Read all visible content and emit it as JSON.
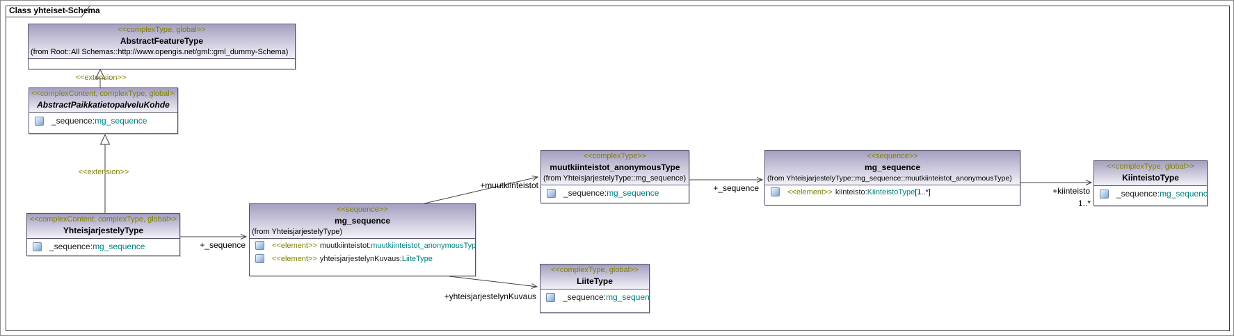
{
  "frame": {
    "title": "Class yhteiset-Schema"
  },
  "colors": {
    "stereotype": "#7f7f00",
    "type_link": "#008080",
    "multiplicity": "#00008b",
    "header_top": "#a49fc0"
  },
  "boxes": {
    "abstract_feature_type": {
      "stereotype": "<<complexType, global>>",
      "name": "AbstractFeatureType",
      "from": "(from Root::All Schemas::http://www.opengis.net/gml::gml_dummy-Schema)"
    },
    "abstract_paikkatietopalvelu_kohde": {
      "stereotype": "<<complexContent, complexType, global>>",
      "name": "AbstractPaikkatietopalveluKohde",
      "attr": {
        "label": "_sequence:",
        "type": "mg_sequence"
      }
    },
    "yhteisjarjestely_type": {
      "stereotype": "<<complexContent, complexType, global>>",
      "name": "YhteisjarjestelyType",
      "attr": {
        "label": "_sequence:",
        "type": "mg_sequence"
      }
    },
    "mg_sequence_center": {
      "stereotype": "<<sequence>>",
      "name": "mg_sequence",
      "from": "(from YhteisjarjestelyType)",
      "elements": [
        {
          "stereotype": "<<element>>",
          "label": "muutkiinteistot:",
          "type": "muutkiinteistot_anonymousType"
        },
        {
          "stereotype": "<<element>>",
          "label": "yhteisjarjestelynKuvaus:",
          "type": "LiiteType"
        }
      ]
    },
    "muutkiinteistot_anonymous_type": {
      "stereotype": "<<complexType>>",
      "name": "muutkiinteistot_anonymousType",
      "from": "(from YhteisjarjestelyType::mg_sequence)",
      "attr": {
        "label": "_sequence:",
        "type": "mg_sequence"
      }
    },
    "mg_sequence_right": {
      "stereotype": "<<sequence>>",
      "name": "mg_sequence",
      "from": "(from YhteisjarjestelyType::mg_sequence::muutkiinteistot_anonymousType)",
      "elements": [
        {
          "stereotype": "<<element>>",
          "label": "kiinteisto:",
          "type": "KiinteistoType",
          "multiplicity": "[1..*]"
        }
      ]
    },
    "kiinteisto_type": {
      "stereotype": "<<complexType, global>>",
      "name": "KiinteistoType",
      "attr": {
        "label": "_sequence:",
        "type": "mg_sequence"
      }
    },
    "liite_type": {
      "stereotype": "<<complexType, global>>",
      "name": "LiiteType",
      "attr": {
        "label": "_sequence:",
        "type": "mg_sequence"
      }
    }
  },
  "connectors": {
    "extension_upper": "<<extension>>",
    "extension_lower": "<<extension>>",
    "sequence_left": "+_sequence",
    "muutkiinteistot": "+muutkiinteistot",
    "sequence_mid": "+_sequence",
    "kiinteisto": "+kiinteisto",
    "kiinteisto_mult": "1..*",
    "yhteisjarjestelynkuvaus": "+yhteisjarjestelynKuvaus"
  }
}
